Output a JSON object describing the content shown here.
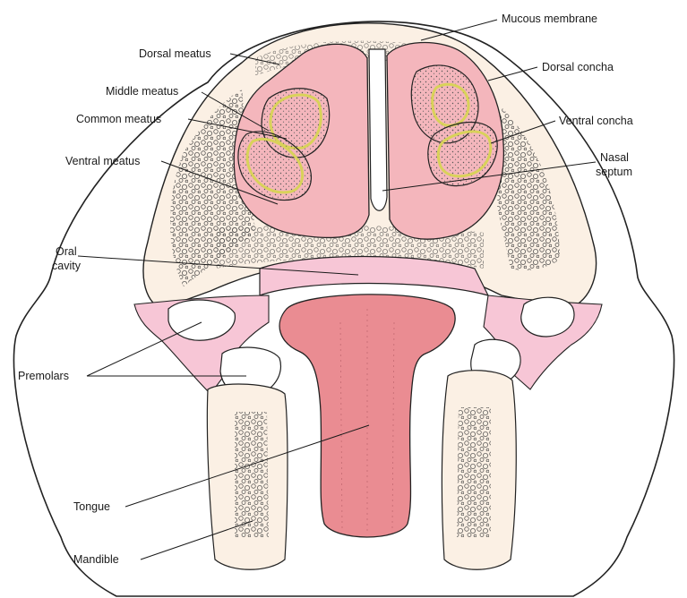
{
  "labels": {
    "mucous_membrane": "Mucous membrane",
    "dorsal_meatus": "Dorsal meatus",
    "dorsal_concha": "Dorsal concha",
    "middle_meatus": "Middle meatus",
    "common_meatus": "Common meatus",
    "ventral_concha": "Ventral concha",
    "ventral_meatus": "Ventral meatus",
    "nasal_septum_1": "Nasal",
    "nasal_septum_2": "septum",
    "oral_cavity_1": "Oral",
    "oral_cavity_2": "cavity",
    "premolars": "Premolars",
    "tongue": "Tongue",
    "mandible": "Mandible"
  },
  "colors": {
    "bone": "#fbf0e4",
    "mucosa": "#f4b6bc",
    "tongue": "#ea8c92",
    "oral_mucosa": "#f7c6d6",
    "tooth": "#ffffff",
    "concha_ring": "#f1ef9a",
    "outline": "#222222"
  }
}
